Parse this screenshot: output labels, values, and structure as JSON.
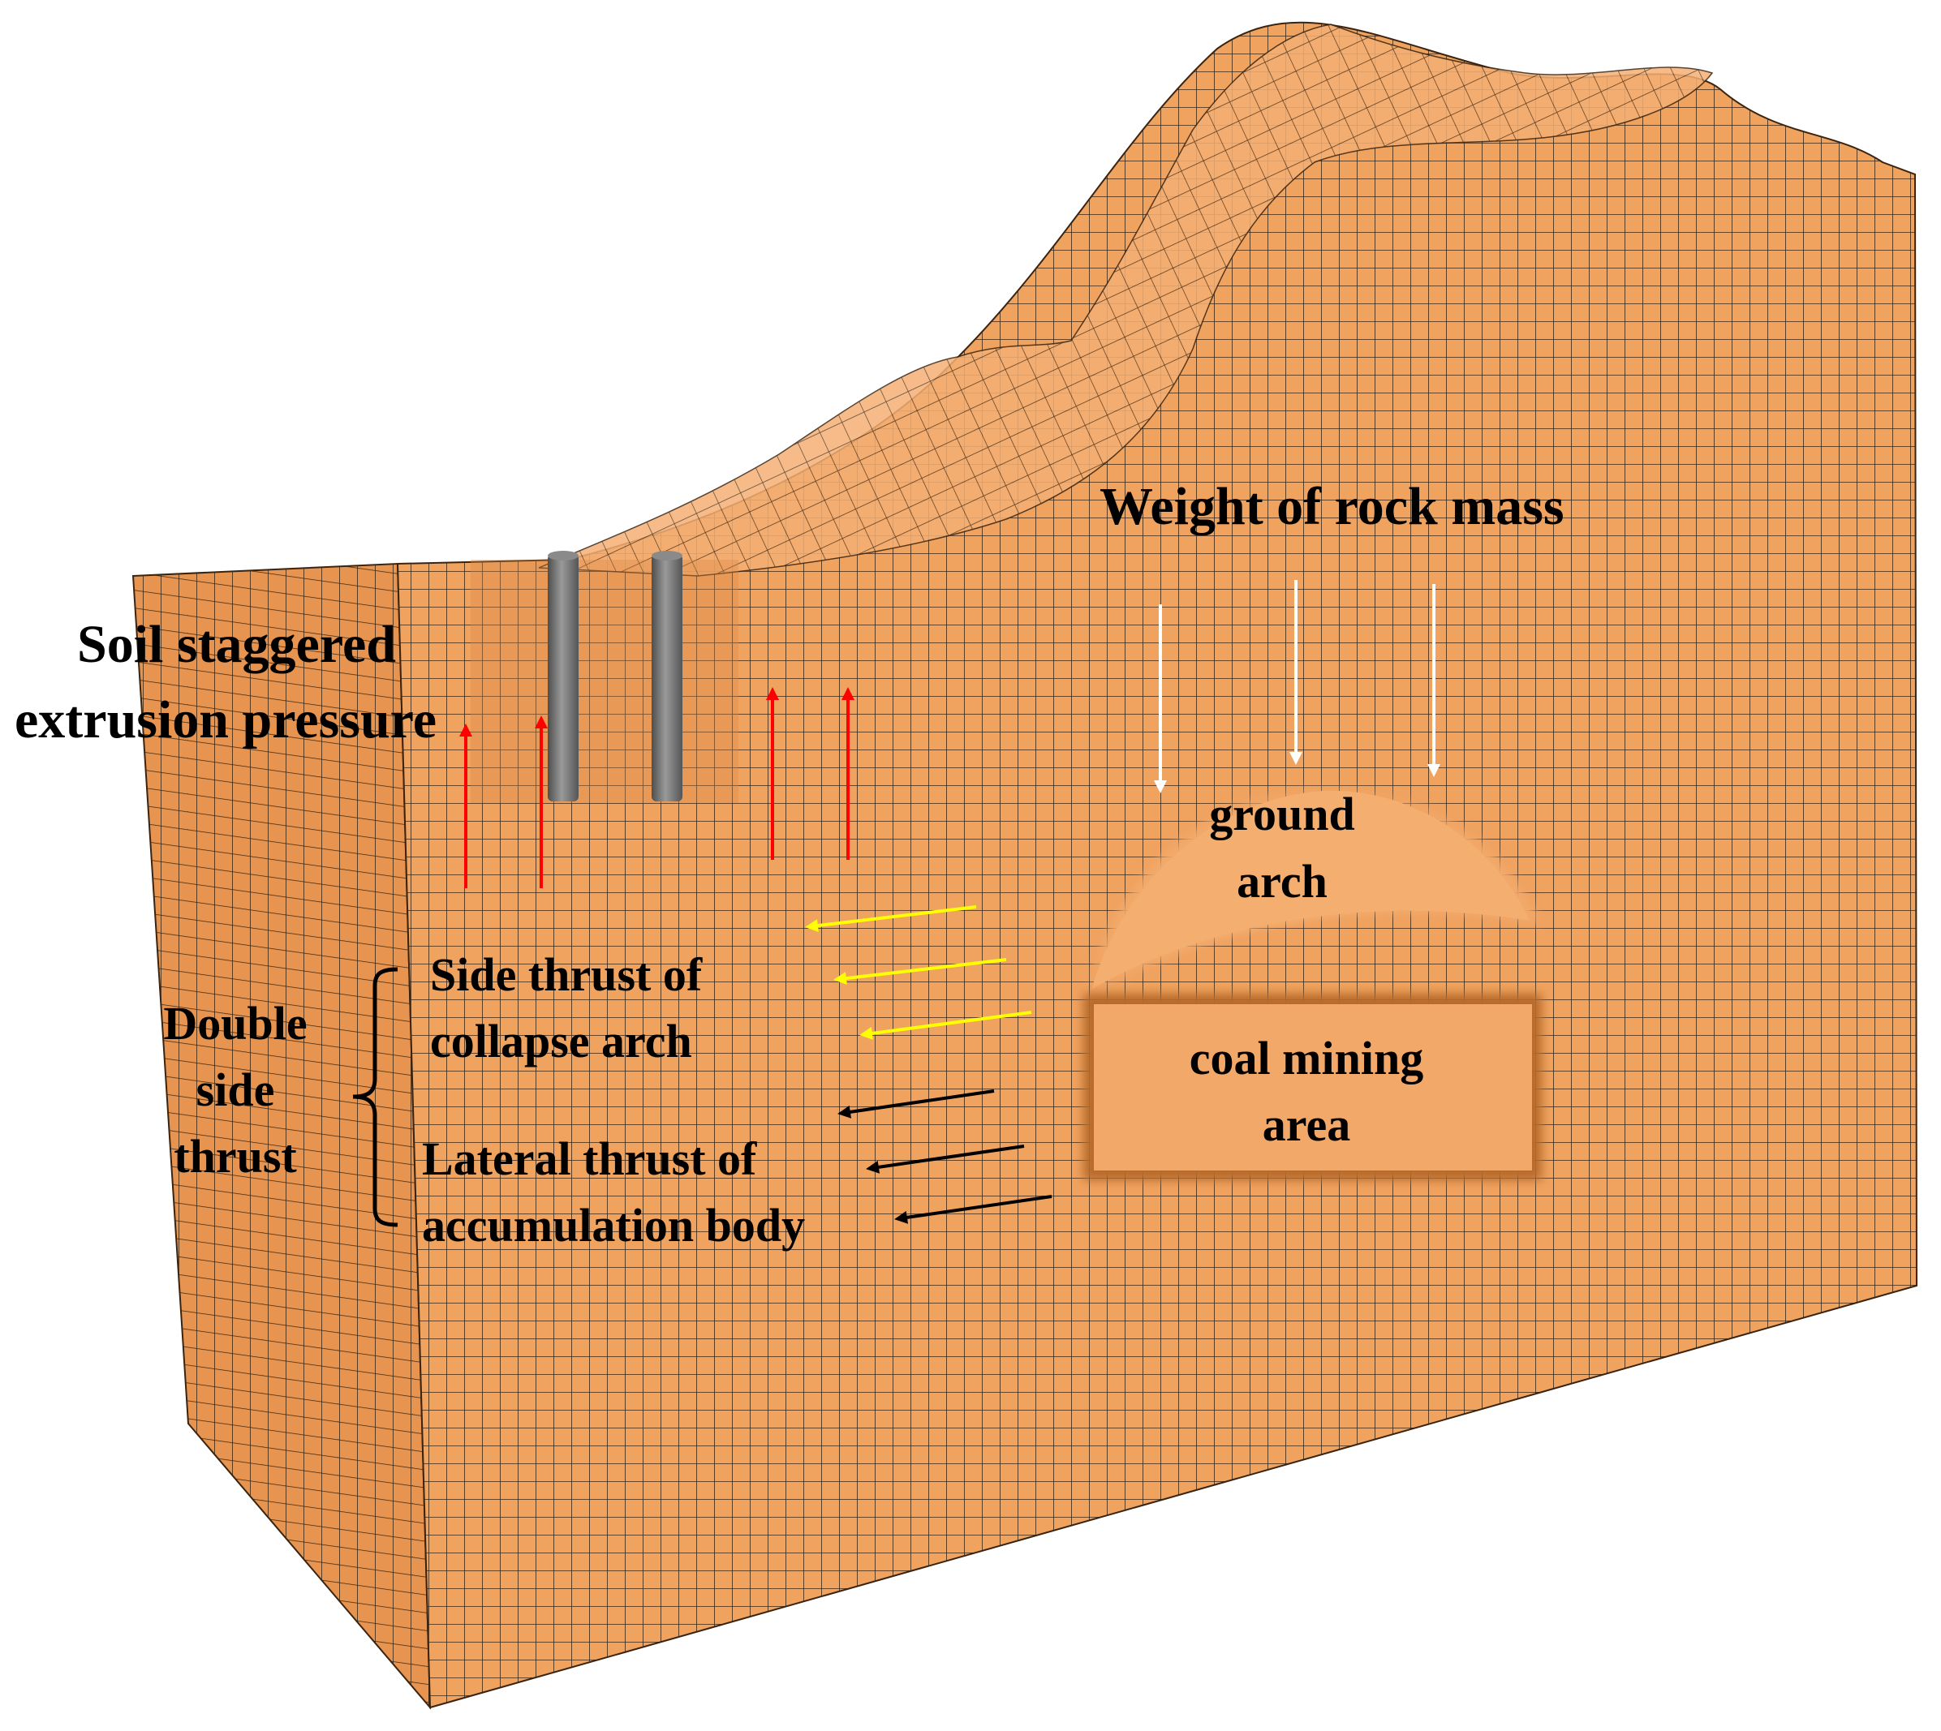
{
  "labels": {
    "weight": "Weight of rock mass",
    "soil_line1": "Soil staggered",
    "soil_line2": "extrusion pressure",
    "ground_line1": "ground",
    "ground_line2": "arch",
    "side_line1": "Side thrust of",
    "side_line2": "collapse arch",
    "double_line1": "Double",
    "double_line2": "side",
    "double_line3": "thrust",
    "lateral_line1": "Lateral thrust of",
    "lateral_line2": "accumulation body",
    "coal_line1": "coal mining",
    "coal_line2": "area"
  },
  "colors": {
    "mesh_fill": "#f2a765",
    "mesh_line": "#3a2410",
    "front_face": "#f0a25f",
    "side_face": "#e6944f",
    "top_face": "#f5b074",
    "pile": "#7a7a7a",
    "arrow_red": "#ff0000",
    "arrow_yellow": "#ffff00",
    "arrow_white": "#ffffff",
    "arrow_black": "#000000",
    "text": "#000000"
  }
}
